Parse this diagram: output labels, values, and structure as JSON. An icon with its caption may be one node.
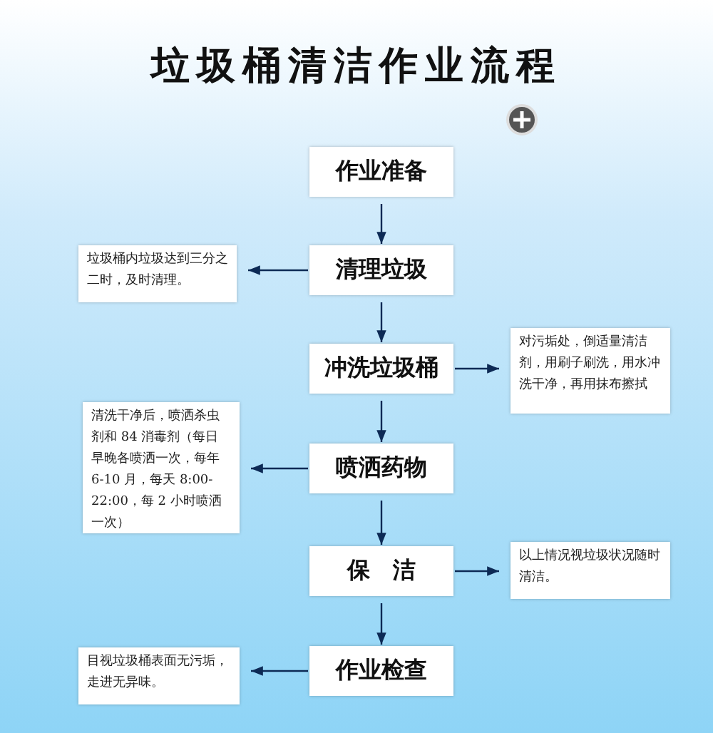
{
  "diagram": {
    "title": "垃圾桶清洁作业流程",
    "nodes": [
      {
        "text": [
          "作业准备"
        ]
      },
      {
        "text": [
          "清理垃圾"
        ]
      },
      {
        "text": [
          "冲洗垃圾桶"
        ]
      },
      {
        "text": [
          "喷洒药物"
        ]
      },
      {
        "text": [
          "保　洁"
        ]
      },
      {
        "text": [
          "作业检查"
        ]
      },
      {
        "text": [
          "垃圾桶内垃圾达到三分之二时，及时清理。"
        ]
      },
      {
        "text": [
          "对污垢处，倒适量清洁剂，用刷子刷洗，用水冲洗干净，再用抹布擦拭"
        ]
      },
      {
        "text": [
          "清洗干净后，喷洒杀虫剂和 84 消毒剂（每日早晚各喷洒一次，每年 6-10 月，每天 8:00-22:00，每 2 小时喷洒一次）"
        ]
      },
      {
        "text": [
          "以上情况视垃圾状况随时清洁。"
        ]
      },
      {
        "text": [
          "目视垃圾桶表面无污垢，走进无异味。"
        ]
      }
    ],
    "edges": [
      {
        "from": 0,
        "to": 1,
        "arrow": "to"
      },
      {
        "from": 1,
        "to": 2,
        "arrow": "to"
      },
      {
        "from": 2,
        "to": 3,
        "arrow": "to"
      },
      {
        "from": 3,
        "to": 4,
        "arrow": "to"
      },
      {
        "from": 4,
        "to": 5,
        "arrow": "to"
      },
      {
        "from": 1,
        "to": 6,
        "arrow": "to"
      },
      {
        "from": 2,
        "to": 7,
        "arrow": "to"
      },
      {
        "from": 3,
        "to": 8,
        "arrow": "to"
      },
      {
        "from": 4,
        "to": 9,
        "arrow": "to"
      },
      {
        "from": 5,
        "to": 10,
        "arrow": "to"
      }
    ]
  }
}
